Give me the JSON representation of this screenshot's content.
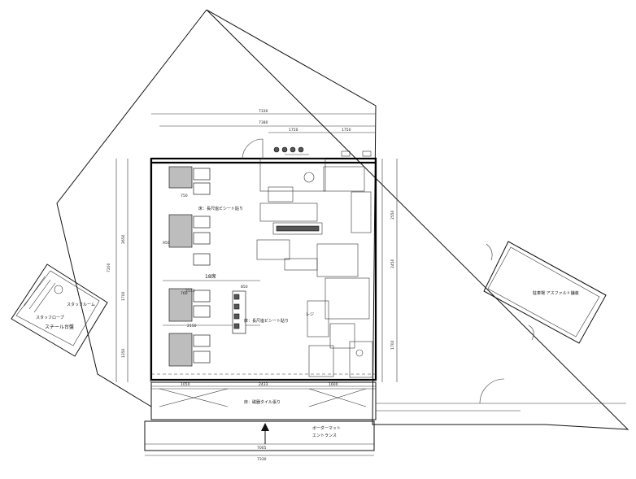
{
  "labels": {
    "staff_room": "スタッフルーム",
    "staff_slope": "スタッフロープ",
    "steel_stand": "スチール台盤",
    "seats_18": "18席",
    "dining_area_top": "床：長尺塩ビシート貼り",
    "dining_area_mid": "床：長尺塩ビシート貼り",
    "entrance_path": "床：磁器タイル張り",
    "gravel": "駐車場\nアスファルト舗装",
    "register": "レジ",
    "entrance_note": "ボーダーマット",
    "bottom_note": "エントランス"
  },
  "dimensions": {
    "top_total": "7330",
    "top_inner": "7380",
    "top_left": "1750",
    "top_right": "1750",
    "bottom_total": "7330",
    "bottom_inner": "7005",
    "bottom_a": "1050",
    "bottom_b": "2433",
    "bottom_c": "1600",
    "left_total": "7200",
    "left_a": "2650",
    "left_b": "1700",
    "left_c": "1350",
    "right_a": "2550",
    "right_b": "2450",
    "right_c": "1700",
    "seat_a": "750",
    "seat_b": "760",
    "seat_c": "950",
    "seat_d": "2133",
    "seat_e": "2150",
    "seat_f": "850"
  }
}
